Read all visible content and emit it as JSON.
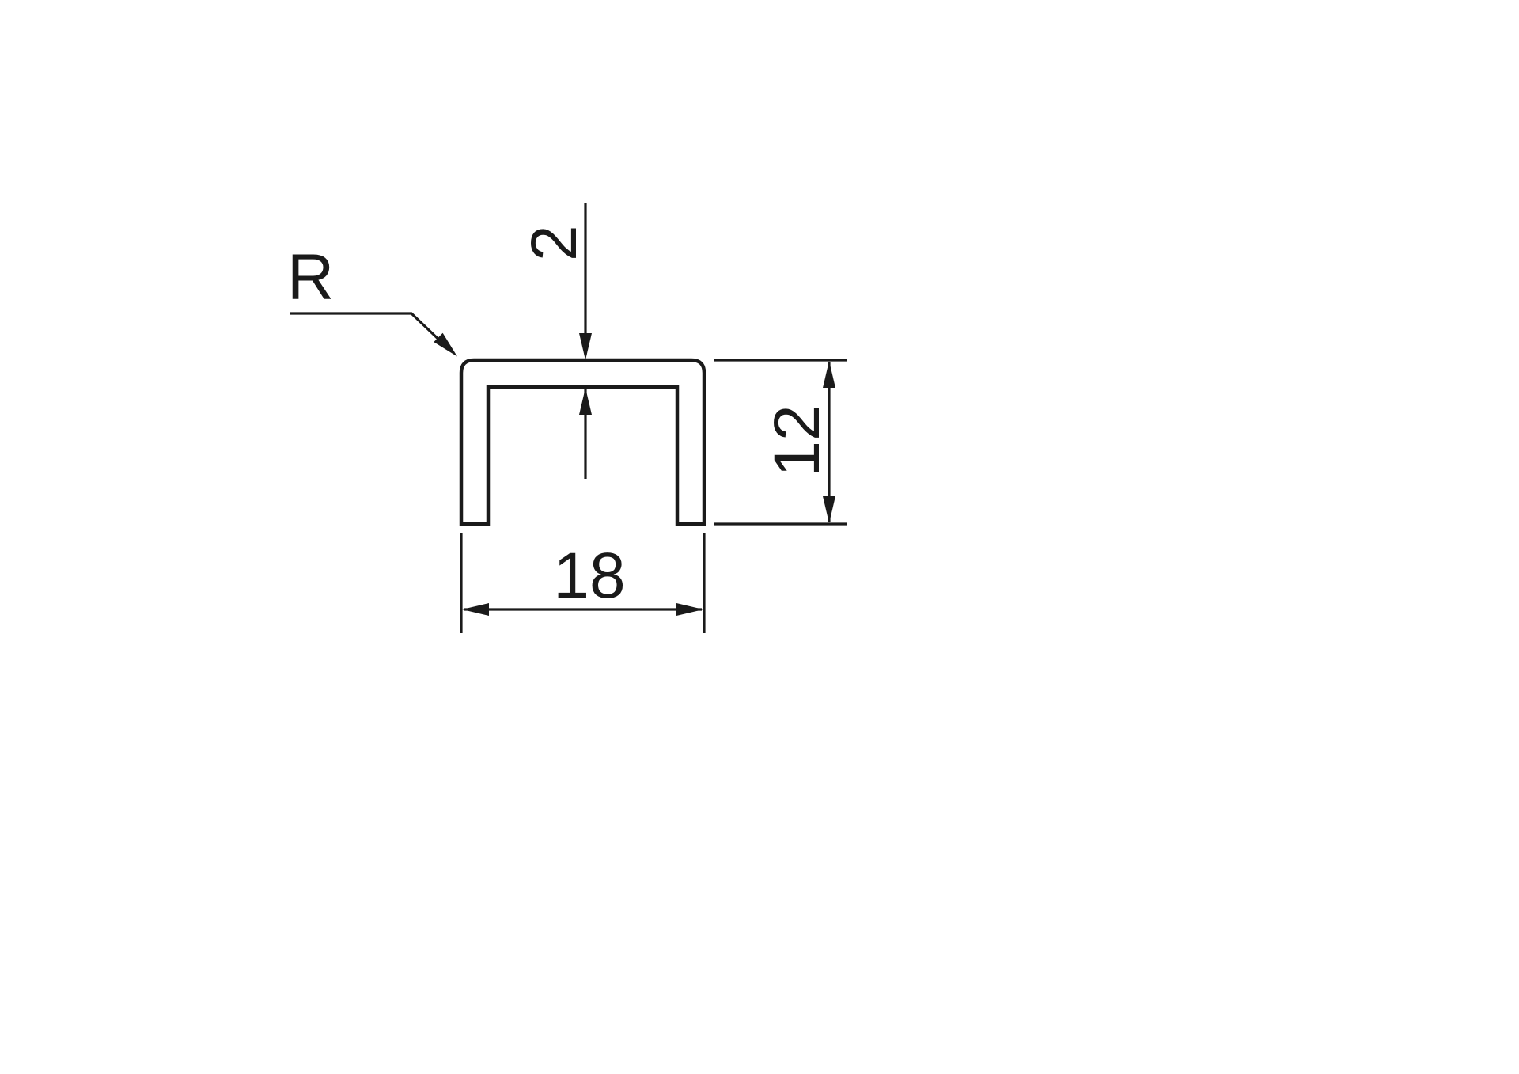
{
  "drawing": {
    "labels": {
      "radius": "R",
      "thickness": "2",
      "height": "12",
      "width": "18"
    },
    "colors": {
      "line": "#1a1a1a",
      "background": "#ffffff"
    }
  }
}
